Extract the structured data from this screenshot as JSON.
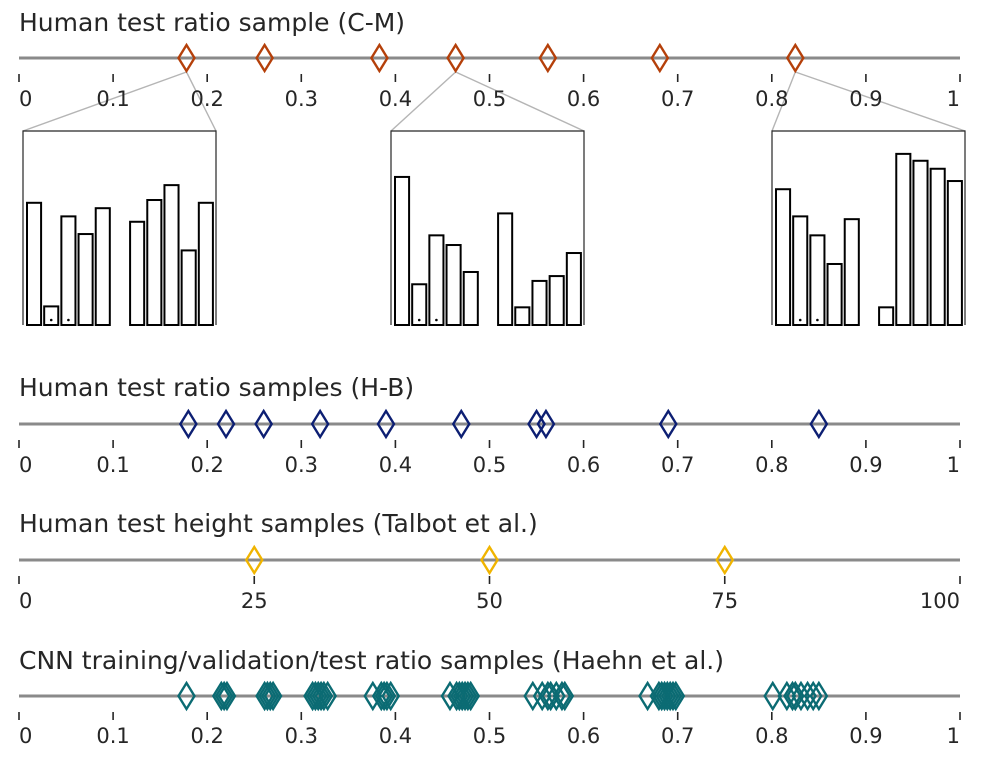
{
  "colors": {
    "cm": "#b5400a",
    "hb": "#0d1f73",
    "talbot": "#f0b400",
    "haehn": "#0b6b73",
    "axis": "#8a8a8a"
  },
  "chart_data": [
    {
      "type": "scatter",
      "title": "Human test ratio sample (C-M)",
      "xlim": [
        0,
        1
      ],
      "ticks": [
        "0",
        "0.1",
        "0.2",
        "0.3",
        "0.4",
        "0.5",
        "0.6",
        "0.7",
        "0.8",
        "0.9",
        "1"
      ],
      "tick_values": [
        0,
        0.1,
        0.2,
        0.3,
        0.4,
        0.5,
        0.6,
        0.7,
        0.8,
        0.9,
        1
      ],
      "values": [
        0.178,
        0.261,
        0.383,
        0.464,
        0.562,
        0.681,
        0.825
      ],
      "color_key": "cm",
      "insets": [
        {
          "source_value": 0.178,
          "heights": [
            0.657,
            0.1,
            0.584,
            0.489,
            0.628,
            0,
            0.555,
            0.672,
            0.752,
            0.401,
            0.657
          ],
          "markers": [
            1,
            2
          ]
        },
        {
          "source_value": 0.464,
          "heights": [
            0.796,
            0.219,
            0.482,
            0.43,
            0.285,
            0,
            0.6,
            0.095,
            0.237,
            0.263,
            0.387
          ],
          "markers": [
            1,
            2
          ]
        },
        {
          "source_value": 0.825,
          "heights": [
            0.73,
            0.584,
            0.482,
            0.328,
            0.569,
            0,
            0.095,
            0.92,
            0.883,
            0.84,
            0.774
          ],
          "markers": [
            1,
            2
          ]
        }
      ]
    },
    {
      "type": "scatter",
      "title": "Human test ratio samples (H-B)",
      "xlim": [
        0,
        1
      ],
      "ticks": [
        "0",
        "0.1",
        "0.2",
        "0.3",
        "0.4",
        "0.5",
        "0.6",
        "0.7",
        "0.8",
        "0.9",
        "1"
      ],
      "tick_values": [
        0,
        0.1,
        0.2,
        0.3,
        0.4,
        0.5,
        0.6,
        0.7,
        0.8,
        0.9,
        1
      ],
      "values": [
        0.18,
        0.22,
        0.26,
        0.32,
        0.39,
        0.47,
        0.55,
        0.56,
        0.69,
        0.85
      ],
      "color_key": "hb"
    },
    {
      "type": "scatter",
      "title": "Human test height samples (Talbot et al.)",
      "xlim": [
        0,
        100
      ],
      "ticks": [
        "0",
        "25",
        "50",
        "75",
        "100"
      ],
      "tick_values": [
        0,
        25,
        50,
        75,
        100
      ],
      "values": [
        25,
        50,
        75
      ],
      "color_key": "talbot"
    },
    {
      "type": "scatter",
      "title": "CNN training/validation/test ratio samples (Haehn et al.)",
      "xlim": [
        0,
        1
      ],
      "ticks": [
        "0",
        "0.1",
        "0.2",
        "0.3",
        "0.4",
        "0.5",
        "0.6",
        "0.7",
        "0.8",
        "0.9",
        "1"
      ],
      "tick_values": [
        0,
        0.1,
        0.2,
        0.3,
        0.4,
        0.5,
        0.6,
        0.7,
        0.8,
        0.9,
        1
      ],
      "values": [
        0.178,
        0.215,
        0.218,
        0.221,
        0.261,
        0.264,
        0.267,
        0.27,
        0.312,
        0.315,
        0.318,
        0.321,
        0.324,
        0.328,
        0.376,
        0.385,
        0.388,
        0.391,
        0.395,
        0.458,
        0.465,
        0.468,
        0.471,
        0.474,
        0.477,
        0.48,
        0.546,
        0.556,
        0.562,
        0.565,
        0.571,
        0.577,
        0.58,
        0.668,
        0.68,
        0.683,
        0.686,
        0.689,
        0.692,
        0.695,
        0.698,
        0.801,
        0.816,
        0.822,
        0.825,
        0.831,
        0.838,
        0.844,
        0.85
      ],
      "color_key": "haehn"
    }
  ]
}
